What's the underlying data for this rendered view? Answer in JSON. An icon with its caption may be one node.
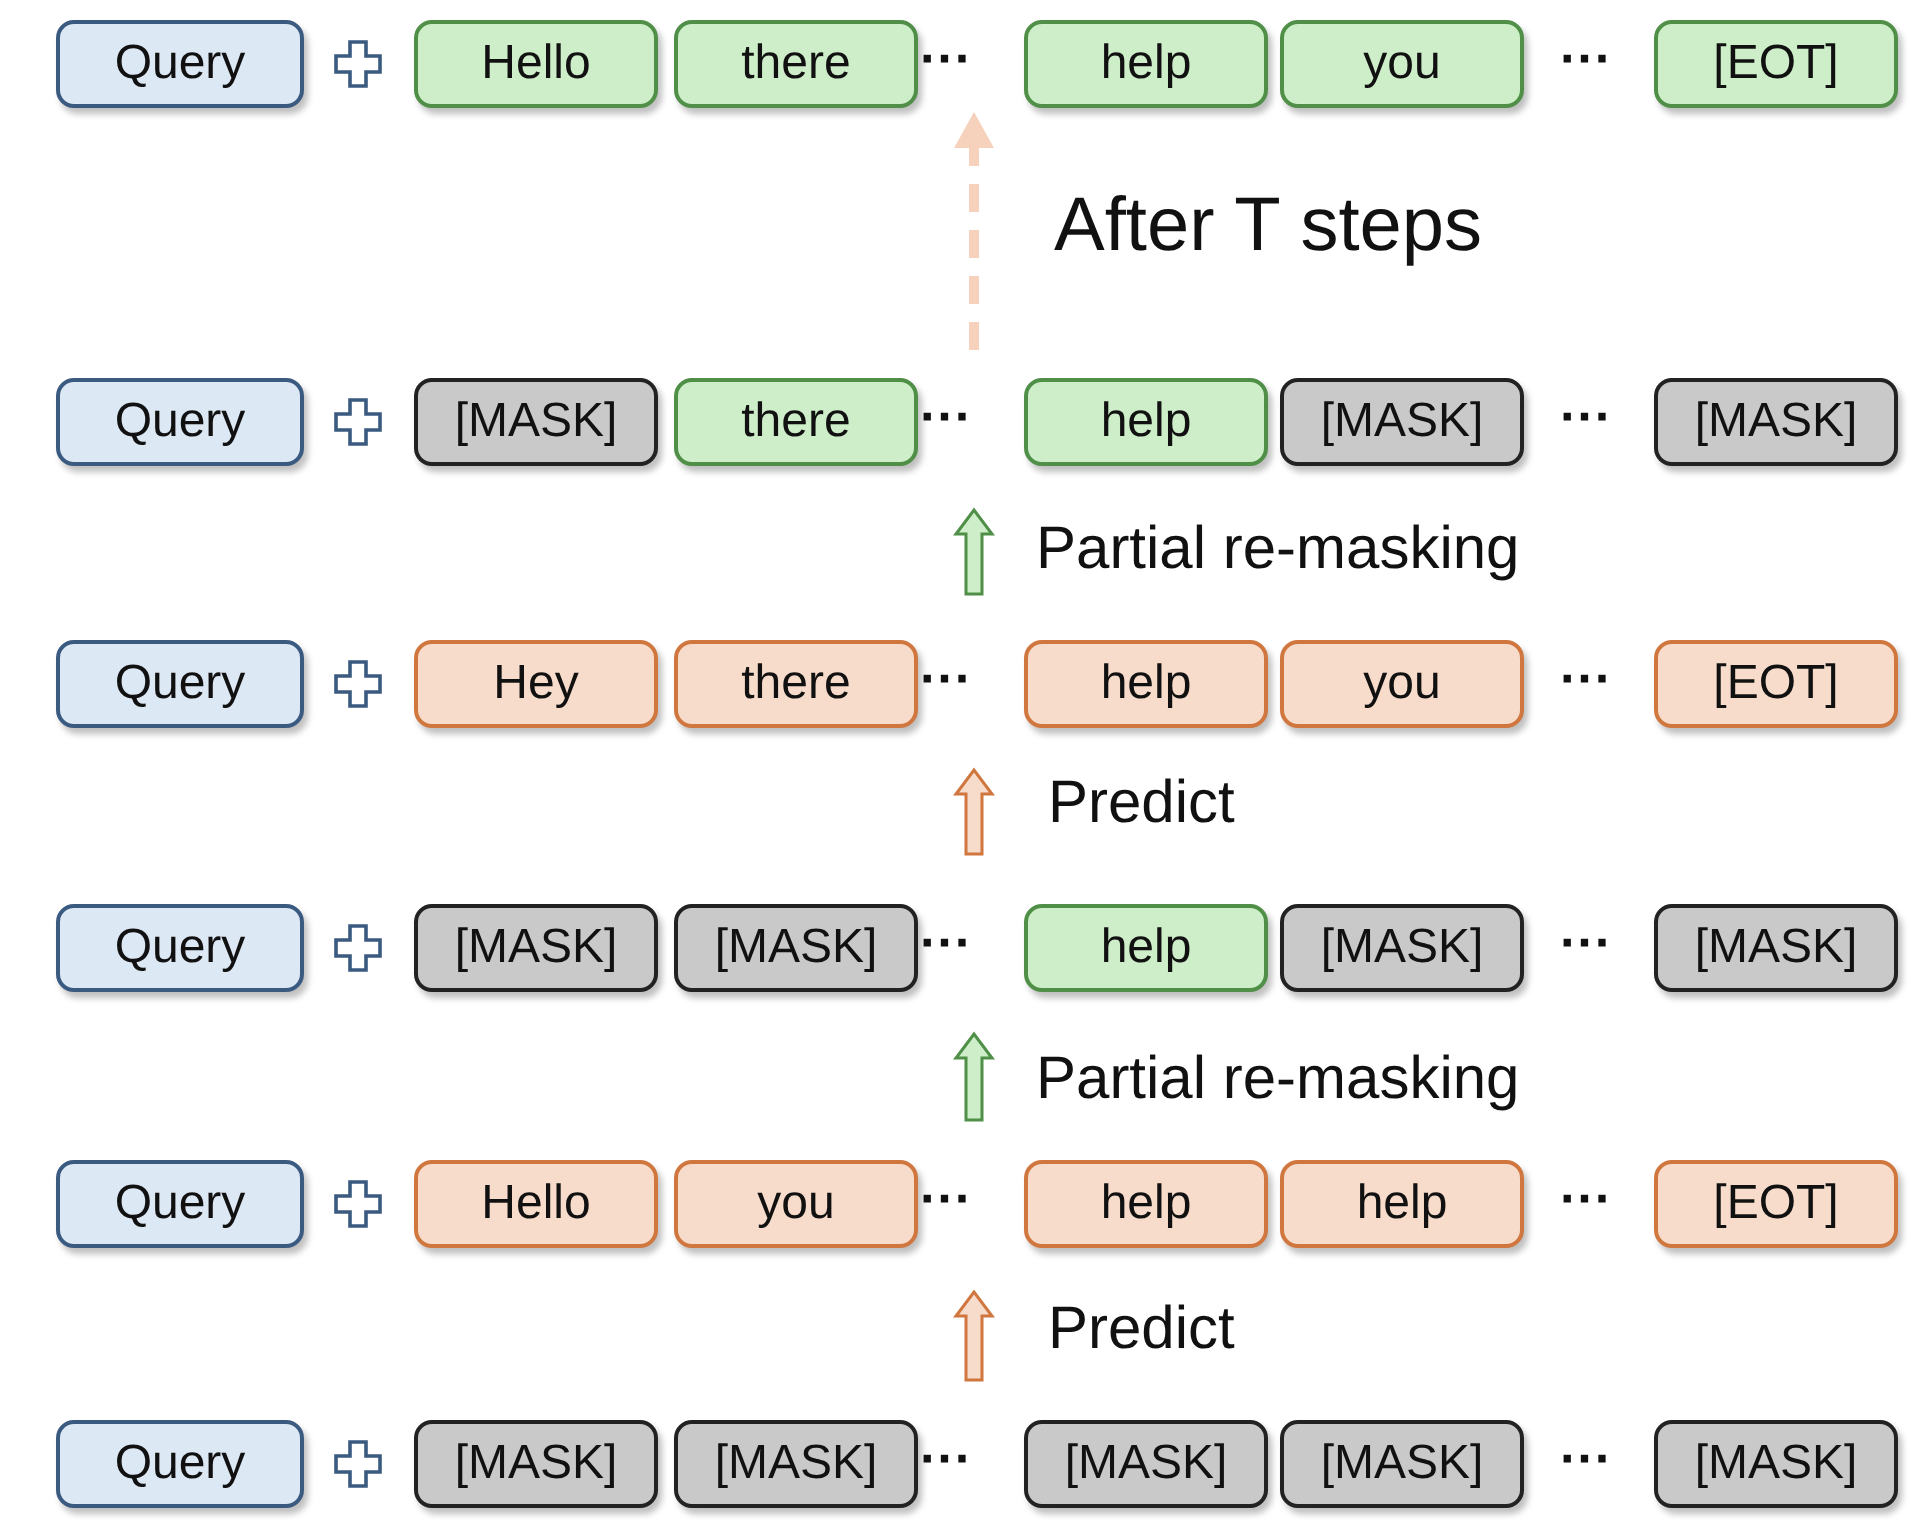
{
  "diagram": {
    "nodes": [
      {
        "text": [
          "Query"
        ]
      },
      {
        "text": [
          "Hello"
        ]
      },
      {
        "text": [
          "there"
        ]
      },
      {
        "text": [
          "help"
        ]
      },
      {
        "text": [
          "you"
        ]
      },
      {
        "text": [
          "[EOT]"
        ]
      },
      {
        "text": [
          "Query"
        ]
      },
      {
        "text": [
          "[MASK]"
        ]
      },
      {
        "text": [
          "there"
        ]
      },
      {
        "text": [
          "help"
        ]
      },
      {
        "text": [
          "[MASK]"
        ]
      },
      {
        "text": [
          "[MASK]"
        ]
      },
      {
        "text": [
          "Query"
        ]
      },
      {
        "text": [
          "Hey"
        ]
      },
      {
        "text": [
          "there"
        ]
      },
      {
        "text": [
          "help"
        ]
      },
      {
        "text": [
          "you"
        ]
      },
      {
        "text": [
          "[EOT]"
        ]
      },
      {
        "text": [
          "Query"
        ]
      },
      {
        "text": [
          "[MASK]"
        ]
      },
      {
        "text": [
          "[MASK]"
        ]
      },
      {
        "text": [
          "help"
        ]
      },
      {
        "text": [
          "[MASK]"
        ]
      },
      {
        "text": [
          "[MASK]"
        ]
      },
      {
        "text": [
          "Query"
        ]
      },
      {
        "text": [
          "Hello"
        ]
      },
      {
        "text": [
          "you"
        ]
      },
      {
        "text": [
          "help"
        ]
      },
      {
        "text": [
          "help"
        ]
      },
      {
        "text": [
          "[EOT]"
        ]
      },
      {
        "text": [
          "Query"
        ]
      },
      {
        "text": [
          "[MASK]"
        ]
      },
      {
        "text": [
          "[MASK]"
        ]
      },
      {
        "text": [
          "[MASK]"
        ]
      },
      {
        "text": [
          "[MASK]"
        ]
      },
      {
        "text": [
          "[MASK]"
        ]
      }
    ],
    "labels": [
      "···",
      "···",
      "After T steps",
      "···",
      "···",
      "Partial re-masking",
      "···",
      "···",
      "Predict",
      "···",
      "···",
      "Partial re-masking",
      "···",
      "···",
      "Predict",
      "···",
      "···"
    ]
  }
}
